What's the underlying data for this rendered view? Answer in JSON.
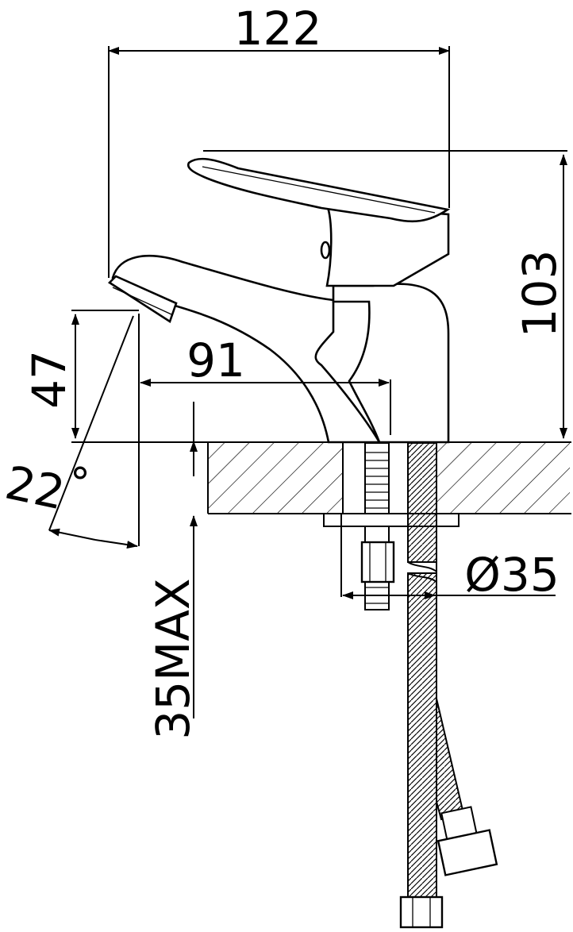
{
  "dimensions": {
    "width_total": "122",
    "height_total": "103",
    "spout_height": "47",
    "spout_reach": "91",
    "spray_angle": "22",
    "degree_symbol": "°",
    "hole_diameter": "Ø35",
    "max_thickness": "35MAX"
  },
  "colors": {
    "line": "#000000",
    "background": "#ffffff"
  }
}
